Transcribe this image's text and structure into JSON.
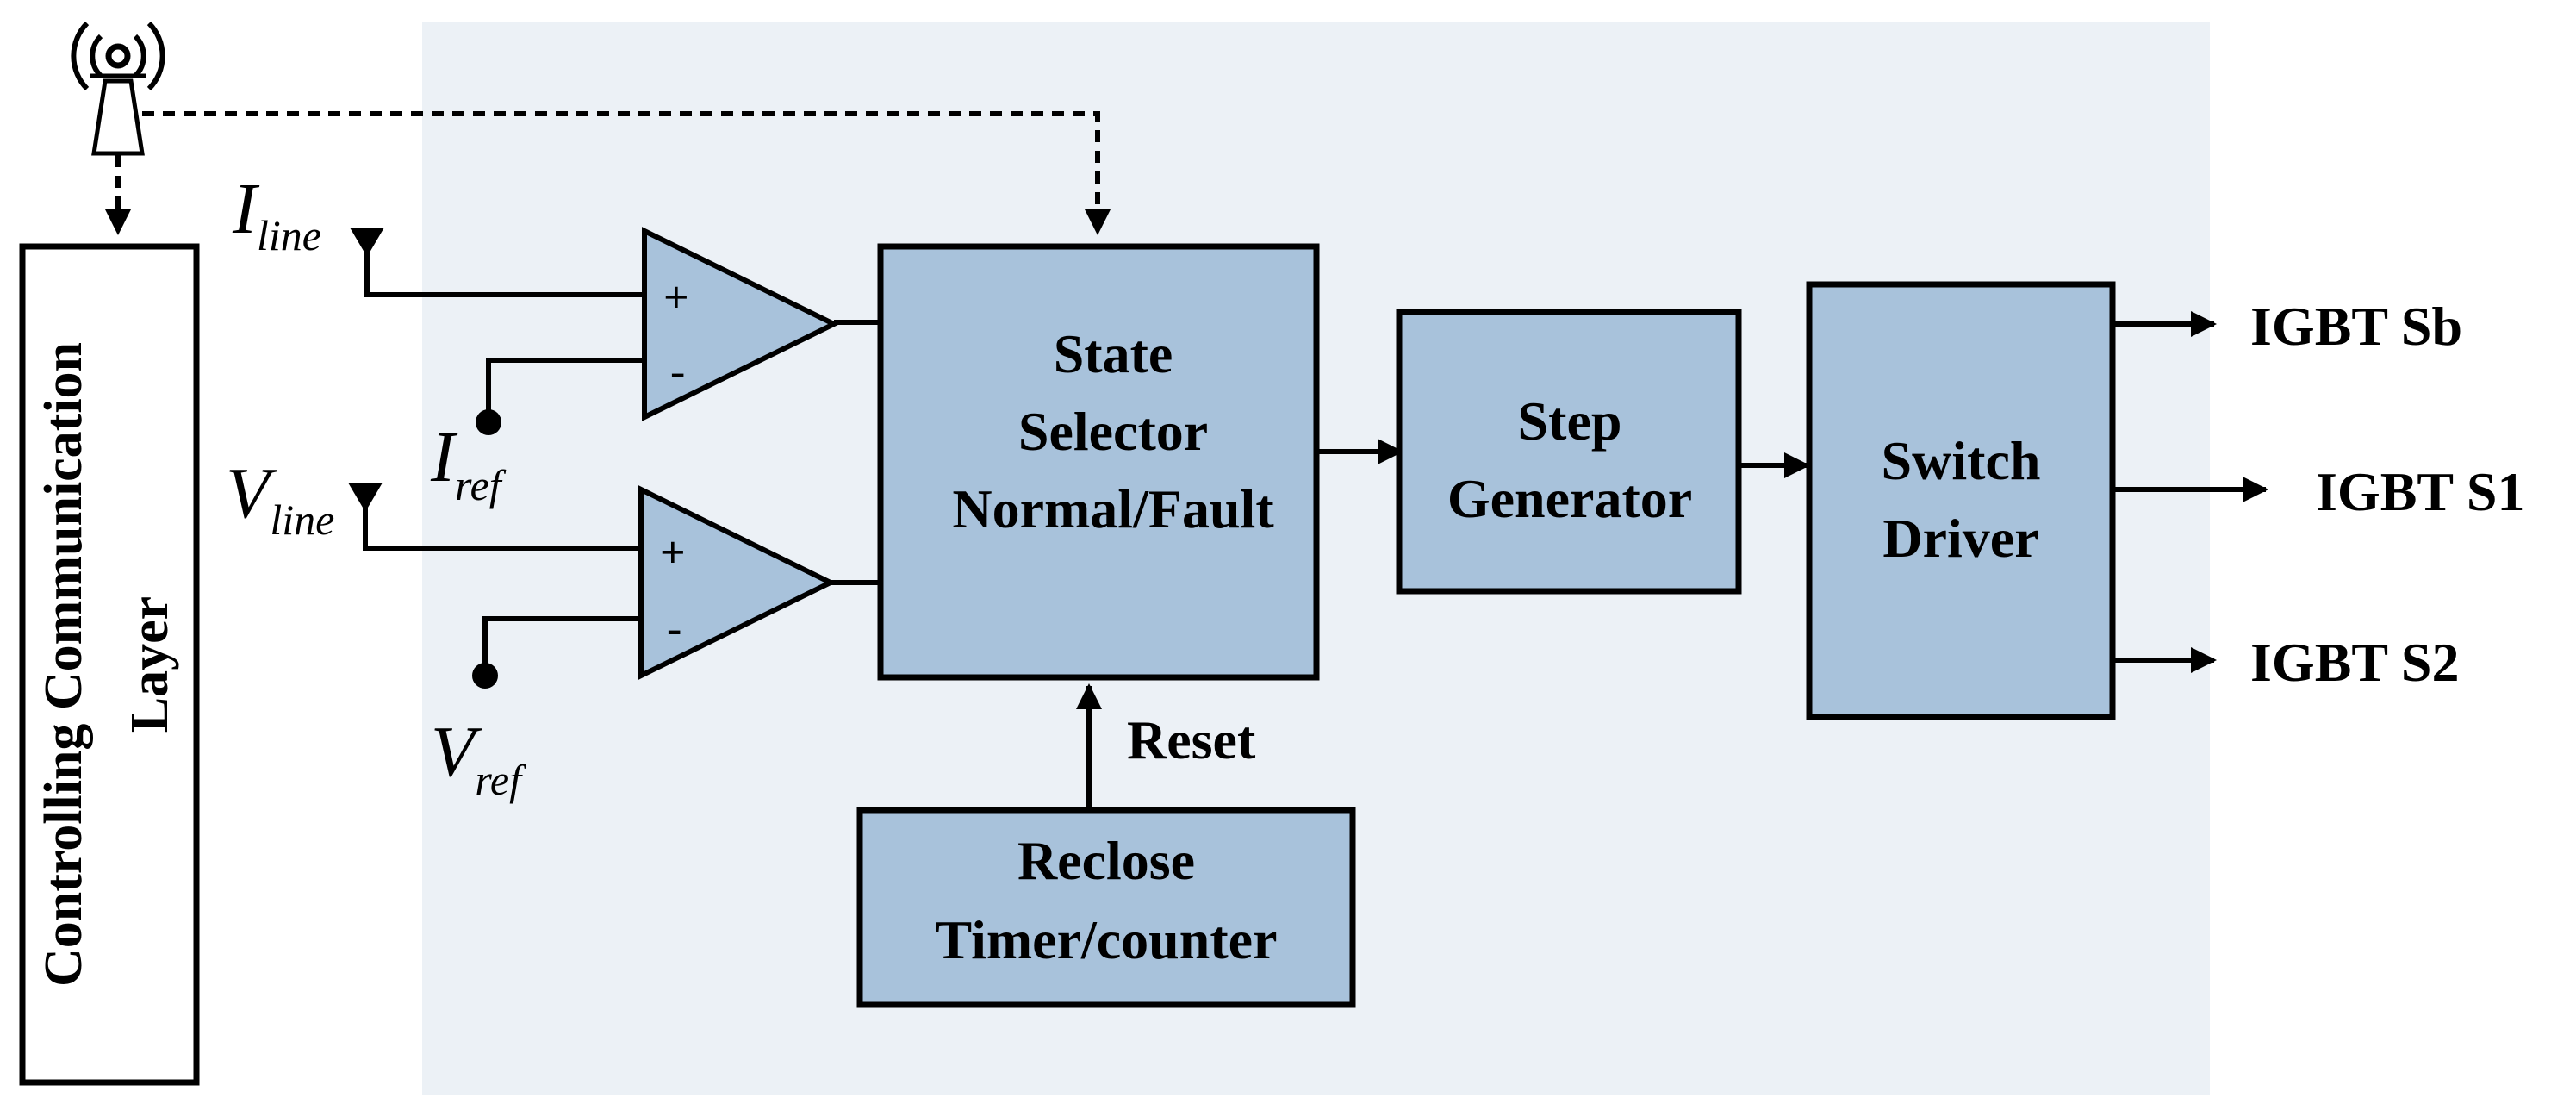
{
  "colors": {
    "panel": "#ecf1f6",
    "block": "#a8c2db",
    "line": "#000000"
  },
  "communication_layer": {
    "label_line1": "Controlling Communication",
    "label_line2": "Layer",
    "antenna_icon": "antenna-tower-icon"
  },
  "inputs": {
    "i_line": {
      "symbol": "I",
      "subscript": "line"
    },
    "i_ref": {
      "symbol": "I",
      "subscript": "ref"
    },
    "v_line": {
      "symbol": "V",
      "subscript": "line"
    },
    "v_ref": {
      "symbol": "V",
      "subscript": "ref"
    }
  },
  "comparators": {
    "plus": "+",
    "minus": "-"
  },
  "blocks": {
    "state_selector": [
      "State",
      "Selector",
      "Normal/Fault"
    ],
    "step_generator": [
      "Step",
      "Generator"
    ],
    "switch_driver": [
      "Switch",
      "Driver"
    ],
    "reclose_timer": [
      "Reclose",
      "Timer/counter"
    ]
  },
  "signals": {
    "reset": "Reset"
  },
  "outputs": [
    "IGBT Sb",
    "IGBT S1",
    "IGBT S2"
  ]
}
